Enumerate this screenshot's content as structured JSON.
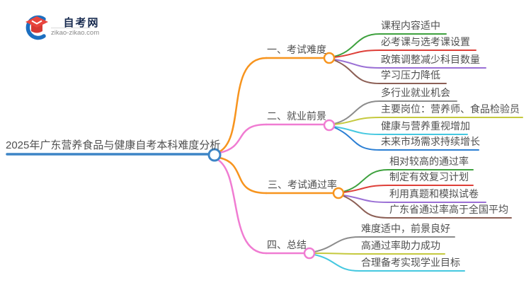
{
  "logo": {
    "site_name": "自考网",
    "site_url": "zikao-zikao.com"
  },
  "central": {
    "label": "2025年广东营养食品与健康自考本科难度分析",
    "color": "#3D85C6"
  },
  "text_color": "#4F4F4F",
  "branches": [
    {
      "label": "一、考试难度",
      "color": "#F7941E",
      "children": [
        {
          "label": "课程内容适中",
          "color": "#3EA13E"
        },
        {
          "label": "必考课与选考课设置",
          "color": "#DE3F38"
        },
        {
          "label": "政策调整减少科目数量",
          "color": "#9A6FD5"
        },
        {
          "label": "学习压力降低",
          "color": "#8C5F55"
        }
      ]
    },
    {
      "label": "二、就业前景",
      "color": "#F07CD2",
      "children": [
        {
          "label": "多行业就业机会",
          "color": "#8C8C8C"
        },
        {
          "label": "主要岗位：营养师、食品检验员",
          "color": "#C5C93E"
        },
        {
          "label": "健康与营养重视增加",
          "color": "#45C8E0"
        },
        {
          "label": "未来市场需求持续增长",
          "color": "#2B7FD4"
        }
      ]
    },
    {
      "label": "三、考试通过率",
      "color": "#F7941E",
      "children": [
        {
          "label": "相对较高的通过率",
          "color": "#3EA13E"
        },
        {
          "label": "制定有效复习计划",
          "color": "#DE3F38"
        },
        {
          "label": "利用真题和模拟试卷",
          "color": "#9A6FD5"
        },
        {
          "label": "广东省通过率高于全国平均",
          "color": "#8C5F55"
        }
      ]
    },
    {
      "label": "四、总结",
      "color": "#F07CD2",
      "children": [
        {
          "label": "难度适中，前景良好",
          "color": "#8C8C8C"
        },
        {
          "label": "高通过率助力成功",
          "color": "#C5C93E"
        },
        {
          "label": "合理备考实现学业目标",
          "color": "#45C8E0"
        }
      ]
    }
  ]
}
